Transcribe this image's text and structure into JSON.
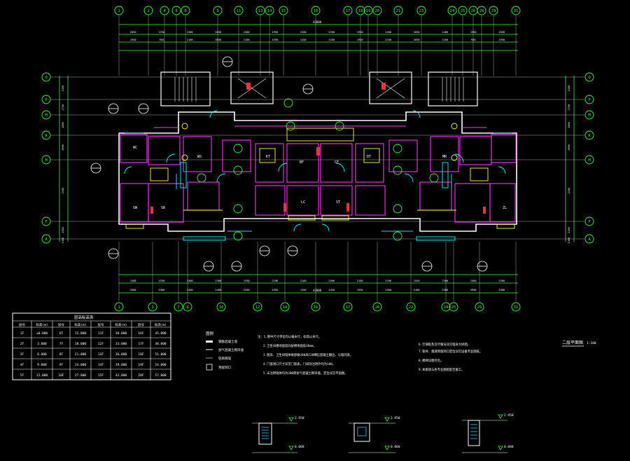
{
  "colors": {
    "background": "#000000",
    "axis": "#33ff33",
    "grid": "#d4d4d4",
    "wall": "#ffffff",
    "partition": "#ff33ff",
    "door": "#00ffff",
    "fixture": "#ffff33",
    "window": "#33ccff",
    "annotation": "#ffffff",
    "cut_symbol": "#ff3333"
  },
  "plan": {
    "top_axes": [
      "1",
      "2",
      "4",
      "5",
      "6",
      "9",
      "11",
      "13",
      "14",
      "15",
      "16",
      "17",
      "18",
      "19",
      "20",
      "21",
      "23",
      "24",
      "25",
      "26",
      "28",
      "29",
      "31"
    ],
    "bottom_axes": [
      "1",
      "3",
      "7",
      "8",
      "10",
      "12",
      "14",
      "16",
      "17",
      "20",
      "22",
      "24",
      "25",
      "29",
      "31"
    ],
    "row_axes": [
      "Q",
      "P",
      "M",
      "K",
      "H",
      "F",
      "A"
    ],
    "top_dims_row1": [
      "2850",
      "1550",
      "2400",
      "2850",
      "2400",
      "1950",
      "2200",
      "2200",
      "1950",
      "2400",
      "2850",
      "2400",
      "1550",
      "2850"
    ],
    "top_dims_row2": [
      "1950",
      "950",
      "2100",
      "3050",
      "2100",
      "1950",
      "1450",
      "1450",
      "1950",
      "2100",
      "3050",
      "2100",
      "950",
      "1950"
    ],
    "overall_length": "42000",
    "left_dims": [
      "2100",
      "2750",
      "1800",
      "3900",
      "2100",
      "1300",
      "1300"
    ],
    "bottom_dims_row1": [
      "1500",
      "1550",
      "2400",
      "2300",
      "1550",
      "2100",
      "2100",
      "2400",
      "2100",
      "2100",
      "1550",
      "2300",
      "2400",
      "1500"
    ],
    "bottom_dims_row2": [
      "3500",
      "3900",
      "2400",
      "2400",
      "2200",
      "1950",
      "1450",
      "1450",
      "1950",
      "2200",
      "2400",
      "2400",
      "3900",
      "3500"
    ],
    "room_tags": [
      "WC",
      "SR",
      "WS",
      "KT",
      "BF",
      "CF",
      "DT",
      "MR",
      "ZL",
      "SW",
      "LC",
      "ST"
    ]
  },
  "table": {
    "title": "层高标高表",
    "headers": [
      "层号",
      "标高(m)",
      "层号",
      "标高(m)",
      "层号",
      "标高(m)",
      "层号",
      "标高(m)"
    ],
    "rows": [
      [
        "1F",
        "±0.000",
        "6F",
        "15.000",
        "11F",
        "30.000",
        "16F",
        "45.000"
      ],
      [
        "2F",
        "3.000",
        "7F",
        "18.000",
        "12F",
        "33.000",
        "17F",
        "48.000"
      ],
      [
        "3F",
        "6.000",
        "8F",
        "21.000",
        "13F",
        "36.000",
        "18F",
        "51.000"
      ],
      [
        "4F",
        "9.000",
        "9F",
        "24.000",
        "14F",
        "39.000",
        "19F",
        "54.000"
      ],
      [
        "5F",
        "12.000",
        "10F",
        "27.000",
        "15F",
        "42.000",
        "20F",
        "57.000"
      ]
    ]
  },
  "legend": {
    "title": "图例",
    "items": [
      "钢筋混凝土墙",
      "加气混凝土砌块墙",
      "轻质隔墙",
      "预留洞口"
    ]
  },
  "notes": {
    "left": [
      "注：1.图中尺寸单位均以毫米计，标高以米计。",
      "2.卫生间楼地面较同层楼地面低20mm。",
      "3.厨房、卫生间墙体根部做200高C20细石混凝土翻边，与墙同宽。",
      "4.门窗洞口尺寸详见门窗表，门垛除注明外均为100。",
      "5.未注明墙体均为200厚加气混凝土砌块墙，定位详见平面图。"
    ],
    "right": [
      "6.空调板及百叶做法详见墙身大样图。",
      "7.管井、烟道预留洞口定位详见设备专业图纸。",
      "8.楼梯详图另见。",
      "9.本图须与各专业图纸配合施工。"
    ]
  },
  "drawing_title": "二层平面图",
  "drawing_scale": "1:100",
  "elevation_details": [
    {
      "upper": "2.950",
      "lower": "0.000"
    },
    {
      "upper": "2.950",
      "lower": "0.000"
    },
    {
      "upper": "2.950",
      "lower": "0.000"
    }
  ]
}
